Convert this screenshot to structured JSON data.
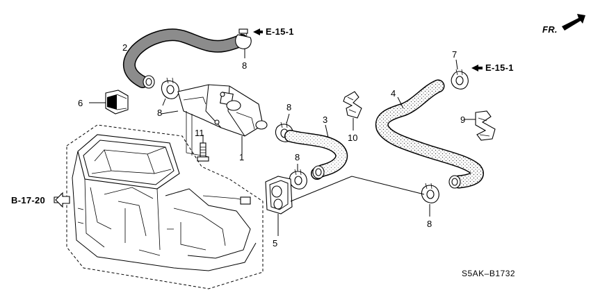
{
  "callouts": {
    "n1": "1",
    "n2": "2",
    "n3": "3",
    "n4": "4",
    "n5": "5",
    "n6": "6",
    "n8a": "8",
    "n8b": "8",
    "n8c": "8",
    "n8d": "8",
    "n8e": "8",
    "n9": "9",
    "n10": "10",
    "n11": "11",
    "n7": "7"
  },
  "refs": {
    "e15_top": "E-15-1",
    "e15_right": "E-15-1",
    "b17": "B-17-20",
    "fr": "FR."
  },
  "diagram_code": "S5AK–B1732",
  "icons": [
    "front-arrow-icon",
    "reference-arrow-icon"
  ],
  "colors": {
    "line": "#000000",
    "background": "#ffffff"
  }
}
